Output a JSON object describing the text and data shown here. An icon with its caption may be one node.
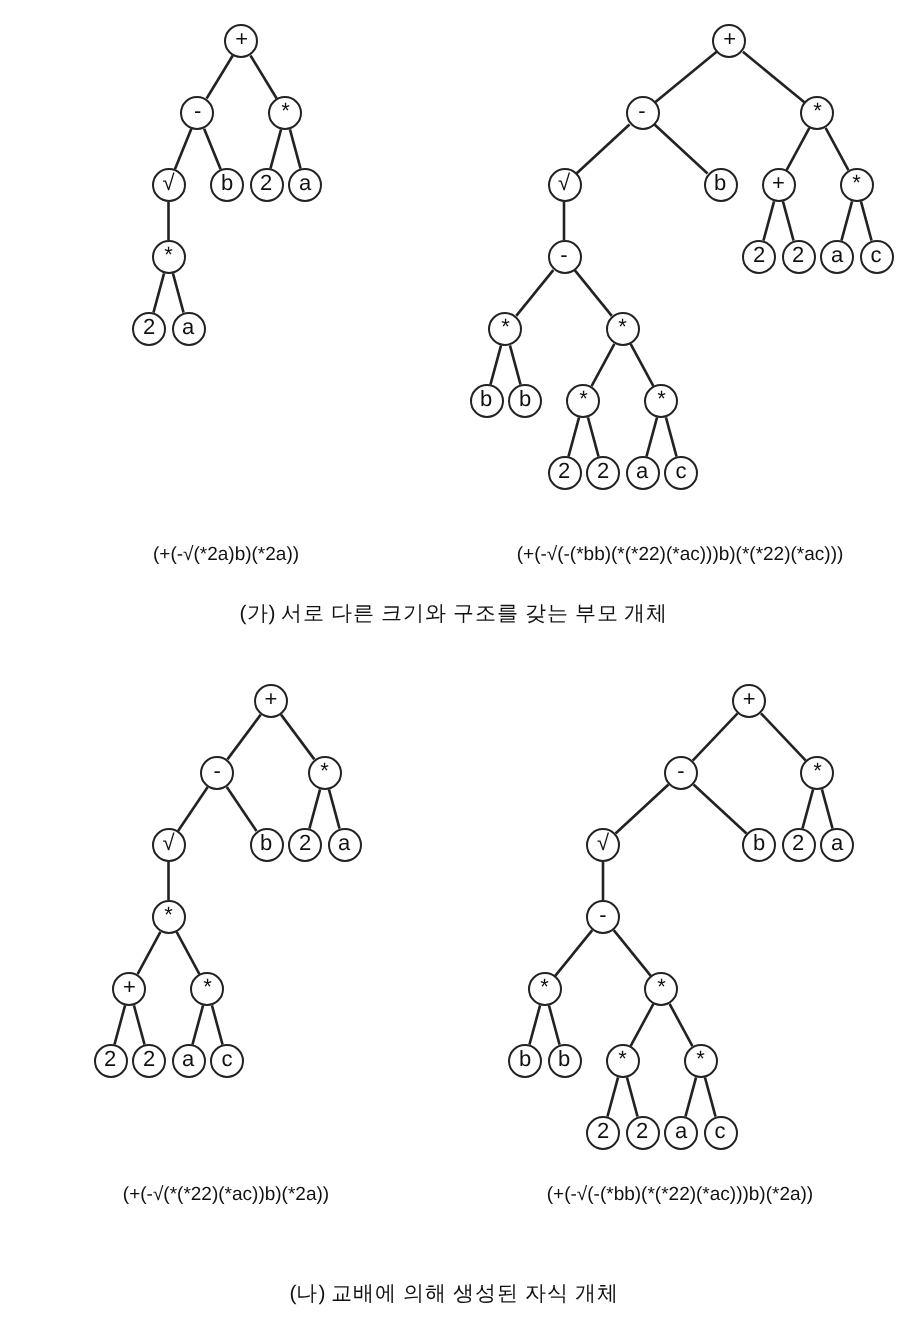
{
  "diagram": {
    "nodes": [
      {
        "text": [
          "+"
        ]
      },
      {
        "text": [
          "-"
        ]
      },
      {
        "text": [
          "*"
        ]
      },
      {
        "text": [
          "√"
        ]
      },
      {
        "text": [
          "b"
        ]
      },
      {
        "text": [
          "2"
        ]
      },
      {
        "text": [
          "a"
        ]
      },
      {
        "text": [
          "*"
        ]
      },
      {
        "text": [
          "2"
        ]
      },
      {
        "text": [
          "a"
        ]
      },
      {
        "text": [
          "+"
        ]
      },
      {
        "text": [
          "-"
        ]
      },
      {
        "text": [
          "*"
        ]
      },
      {
        "text": [
          "√"
        ]
      },
      {
        "text": [
          "b"
        ]
      },
      {
        "text": [
          "+"
        ]
      },
      {
        "text": [
          "*"
        ]
      },
      {
        "text": [
          "-"
        ]
      },
      {
        "text": [
          "2"
        ]
      },
      {
        "text": [
          "2"
        ]
      },
      {
        "text": [
          "a"
        ]
      },
      {
        "text": [
          "c"
        ]
      },
      {
        "text": [
          "*"
        ]
      },
      {
        "text": [
          "*"
        ]
      },
      {
        "text": [
          "b"
        ]
      },
      {
        "text": [
          "b"
        ]
      },
      {
        "text": [
          "*"
        ]
      },
      {
        "text": [
          "*"
        ]
      },
      {
        "text": [
          "2"
        ]
      },
      {
        "text": [
          "2"
        ]
      },
      {
        "text": [
          "a"
        ]
      },
      {
        "text": [
          "c"
        ]
      },
      {
        "text": [
          "+"
        ]
      },
      {
        "text": [
          "-"
        ]
      },
      {
        "text": [
          "*"
        ]
      },
      {
        "text": [
          "√"
        ]
      },
      {
        "text": [
          "b"
        ]
      },
      {
        "text": [
          "2"
        ]
      },
      {
        "text": [
          "a"
        ]
      },
      {
        "text": [
          "*"
        ]
      },
      {
        "text": [
          "+"
        ]
      },
      {
        "text": [
          "*"
        ]
      },
      {
        "text": [
          "2"
        ]
      },
      {
        "text": [
          "2"
        ]
      },
      {
        "text": [
          "a"
        ]
      },
      {
        "text": [
          "c"
        ]
      },
      {
        "text": [
          "+"
        ]
      },
      {
        "text": [
          "-"
        ]
      },
      {
        "text": [
          "*"
        ]
      },
      {
        "text": [
          "√"
        ]
      },
      {
        "text": [
          "b"
        ]
      },
      {
        "text": [
          "2"
        ]
      },
      {
        "text": [
          "a"
        ]
      },
      {
        "text": [
          "-"
        ]
      },
      {
        "text": [
          "*"
        ]
      },
      {
        "text": [
          "*"
        ]
      },
      {
        "text": [
          "b"
        ]
      },
      {
        "text": [
          "b"
        ]
      },
      {
        "text": [
          "*"
        ]
      },
      {
        "text": [
          "*"
        ]
      },
      {
        "text": [
          "2"
        ]
      },
      {
        "text": [
          "2"
        ]
      },
      {
        "text": [
          "a"
        ]
      },
      {
        "text": [
          "c"
        ]
      }
    ],
    "edges": [
      {
        "from": 0,
        "to": 1,
        "arrow": "none"
      },
      {
        "from": 0,
        "to": 2,
        "arrow": "none"
      },
      {
        "from": 1,
        "to": 3,
        "arrow": "none"
      },
      {
        "from": 1,
        "to": 4,
        "arrow": "none"
      },
      {
        "from": 2,
        "to": 5,
        "arrow": "none"
      },
      {
        "from": 2,
        "to": 6,
        "arrow": "none"
      },
      {
        "from": 3,
        "to": 7,
        "arrow": "none"
      },
      {
        "from": 7,
        "to": 8,
        "arrow": "none"
      },
      {
        "from": 7,
        "to": 9,
        "arrow": "none"
      },
      {
        "from": 10,
        "to": 11,
        "arrow": "none"
      },
      {
        "from": 10,
        "to": 12,
        "arrow": "none"
      },
      {
        "from": 11,
        "to": 13,
        "arrow": "none"
      },
      {
        "from": 11,
        "to": 14,
        "arrow": "none"
      },
      {
        "from": 12,
        "to": 15,
        "arrow": "none"
      },
      {
        "from": 12,
        "to": 16,
        "arrow": "none"
      },
      {
        "from": 13,
        "to": 17,
        "arrow": "none"
      },
      {
        "from": 15,
        "to": 18,
        "arrow": "none"
      },
      {
        "from": 15,
        "to": 19,
        "arrow": "none"
      },
      {
        "from": 16,
        "to": 20,
        "arrow": "none"
      },
      {
        "from": 16,
        "to": 21,
        "arrow": "none"
      },
      {
        "from": 17,
        "to": 22,
        "arrow": "none"
      },
      {
        "from": 17,
        "to": 23,
        "arrow": "none"
      },
      {
        "from": 22,
        "to": 24,
        "arrow": "none"
      },
      {
        "from": 22,
        "to": 25,
        "arrow": "none"
      },
      {
        "from": 23,
        "to": 26,
        "arrow": "none"
      },
      {
        "from": 23,
        "to": 27,
        "arrow": "none"
      },
      {
        "from": 26,
        "to": 28,
        "arrow": "none"
      },
      {
        "from": 26,
        "to": 29,
        "arrow": "none"
      },
      {
        "from": 27,
        "to": 30,
        "arrow": "none"
      },
      {
        "from": 27,
        "to": 31,
        "arrow": "none"
      },
      {
        "from": 32,
        "to": 33,
        "arrow": "none"
      },
      {
        "from": 32,
        "to": 34,
        "arrow": "none"
      },
      {
        "from": 33,
        "to": 35,
        "arrow": "none"
      },
      {
        "from": 33,
        "to": 36,
        "arrow": "none"
      },
      {
        "from": 34,
        "to": 37,
        "arrow": "none"
      },
      {
        "from": 34,
        "to": 38,
        "arrow": "none"
      },
      {
        "from": 35,
        "to": 39,
        "arrow": "none"
      },
      {
        "from": 39,
        "to": 40,
        "arrow": "none"
      },
      {
        "from": 39,
        "to": 41,
        "arrow": "none"
      },
      {
        "from": 40,
        "to": 42,
        "arrow": "none"
      },
      {
        "from": 40,
        "to": 43,
        "arrow": "none"
      },
      {
        "from": 41,
        "to": 44,
        "arrow": "none"
      },
      {
        "from": 41,
        "to": 45,
        "arrow": "none"
      },
      {
        "from": 46,
        "to": 47,
        "arrow": "none"
      },
      {
        "from": 46,
        "to": 48,
        "arrow": "none"
      },
      {
        "from": 47,
        "to": 49,
        "arrow": "none"
      },
      {
        "from": 47,
        "to": 50,
        "arrow": "none"
      },
      {
        "from": 48,
        "to": 51,
        "arrow": "none"
      },
      {
        "from": 48,
        "to": 52,
        "arrow": "none"
      },
      {
        "from": 49,
        "to": 53,
        "arrow": "none"
      },
      {
        "from": 53,
        "to": 54,
        "arrow": "none"
      },
      {
        "from": 53,
        "to": 55,
        "arrow": "none"
      },
      {
        "from": 54,
        "to": 56,
        "arrow": "none"
      },
      {
        "from": 54,
        "to": 57,
        "arrow": "none"
      },
      {
        "from": 55,
        "to": 58,
        "arrow": "none"
      },
      {
        "from": 55,
        "to": 59,
        "arrow": "none"
      },
      {
        "from": 58,
        "to": 60,
        "arrow": "none"
      },
      {
        "from": 58,
        "to": 61,
        "arrow": "none"
      },
      {
        "from": 59,
        "to": 62,
        "arrow": "none"
      },
      {
        "from": 59,
        "to": 63,
        "arrow": "none"
      }
    ],
    "labels": [
      "(+(-√(*2a)b)(*2a))",
      "(+(-√(-(*bb)(*(*22)(*ac)))b)(*(*22)(*ac)))",
      "(가) 서로 다른 크기와 구조를 갖는 부모 개체",
      "(+(-√(*(*22)(*ac))b)(*2a))",
      "(+(-√(-(*bb)(*(*22)(*ac)))b)(*2a))",
      "(나) 교배에 의해 생성된 자식 개체"
    ]
  }
}
